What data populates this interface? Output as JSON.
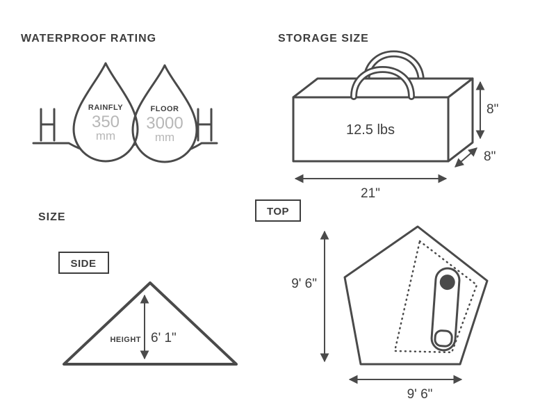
{
  "colors": {
    "ink": "#4a4a4a",
    "muted": "#b7b7b7"
  },
  "waterproof": {
    "title": "WATERPROOF RATING",
    "drops": [
      {
        "label": "RAINFLY",
        "value": "350",
        "unit": "mm"
      },
      {
        "label": "FLOOR",
        "value": "3000",
        "unit": "mm"
      }
    ]
  },
  "storage": {
    "title": "STORAGE SIZE",
    "weight": "12.5 lbs",
    "height": "8\"",
    "depth": "8\"",
    "width": "21\""
  },
  "size": {
    "title": "SIZE",
    "side": {
      "tag": "SIDE",
      "height_label": "HEIGHT",
      "height_value": "6' 1\""
    },
    "top": {
      "tag": "TOP",
      "height_value": "9' 6\"",
      "width_value": "9' 6\""
    }
  }
}
